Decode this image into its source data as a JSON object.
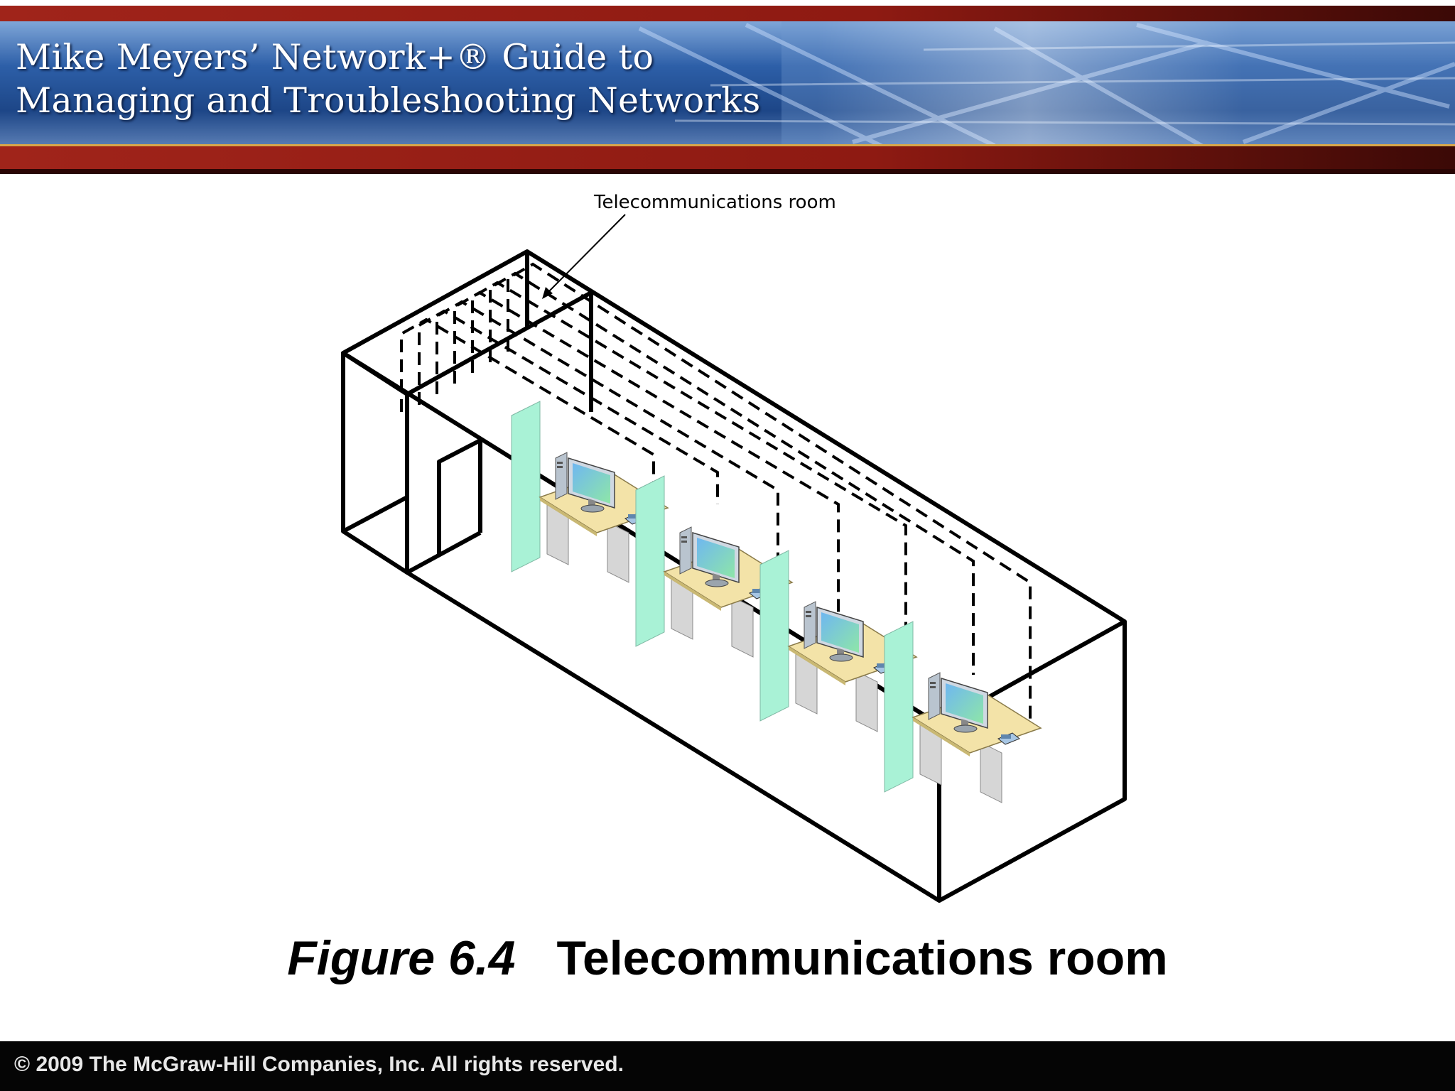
{
  "header": {
    "title_line1": "Mike Meyers’ Network+® Guide to",
    "title_line2": "Managing and Troubleshooting Networks"
  },
  "diagram": {
    "callout_label": "Telecommunications room",
    "workstations": 4
  },
  "caption": {
    "figure_number": "Figure 6.4",
    "figure_title": "Telecommunications room"
  },
  "footer": {
    "copyright": "© 2009 The McGraw-Hill Companies, Inc. All rights reserved."
  },
  "colors": {
    "banner_blue": "#2b5ea6",
    "banner_red": "#9a1d12",
    "partition": "#a9f2d6",
    "desk_top": "#f3e3a8",
    "desk_leg": "#d2d2d2",
    "monitor_screen": "#7fd9e8"
  }
}
